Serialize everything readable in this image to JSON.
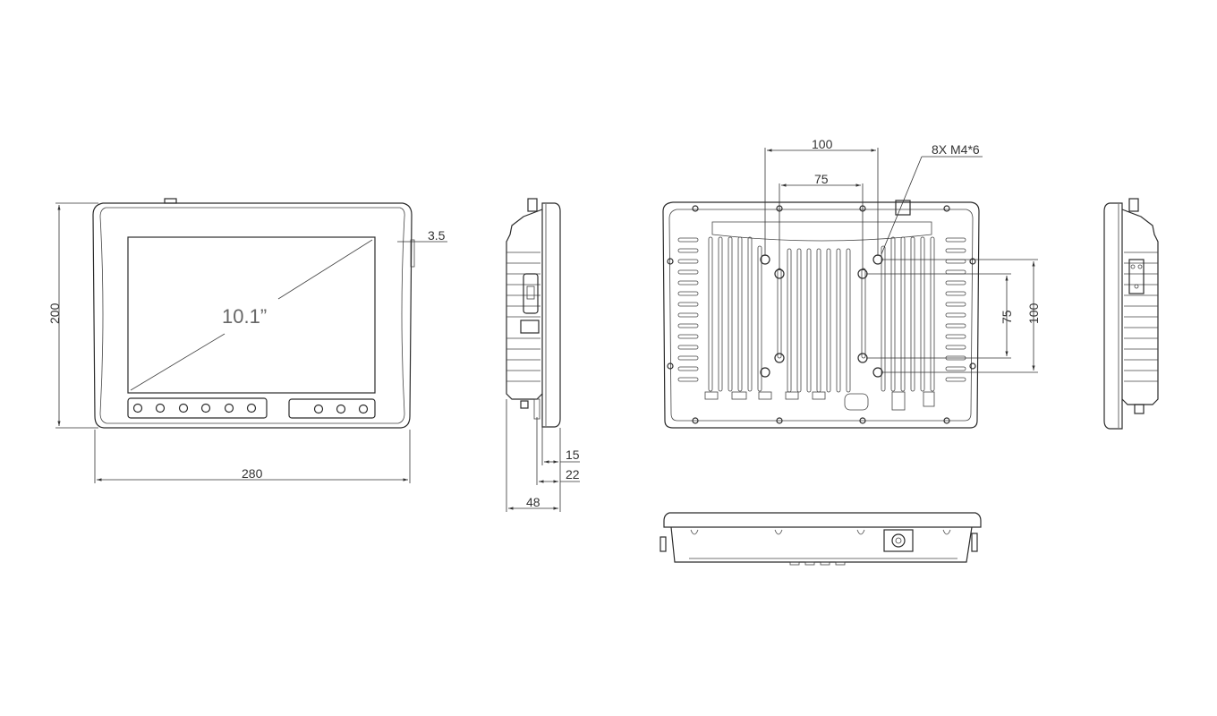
{
  "front_view": {
    "screen_size": "10.1”",
    "dim_height": "200",
    "dim_width": "280",
    "dim_bezel": "3.5",
    "left_buttons": 6,
    "right_buttons": 3
  },
  "side_view": {
    "dim_depth_a": "15",
    "dim_depth_b": "22",
    "dim_depth_c": "48"
  },
  "rear_view": {
    "dim_vesa_outer_h": "100",
    "dim_vesa_inner_h": "75",
    "dim_vesa_inner_v": "75",
    "dim_vesa_outer_v": "100",
    "screw_note": "8X M4*6"
  },
  "colors": {
    "line": "#2b2b2b",
    "background": "#ffffff"
  }
}
